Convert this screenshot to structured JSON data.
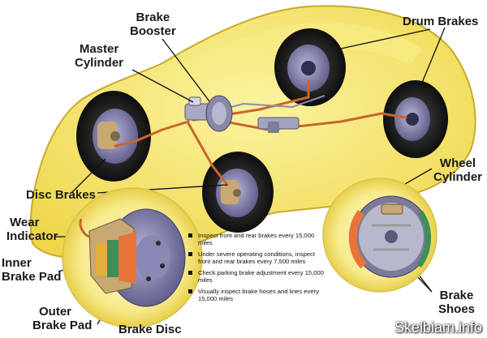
{
  "labels": {
    "brake_booster": [
      "Brake",
      "Booster"
    ],
    "master_cylinder": [
      "Master",
      "Cylinder"
    ],
    "drum_brakes": "Drum Brakes",
    "wheel_cylinder": [
      "Wheel",
      "Cylinder"
    ],
    "disc_brakes": "Disc Brakes",
    "wear_indicator": [
      "Wear",
      "Indicator"
    ],
    "inner_brake_pad": [
      "Inner",
      "Brake Pad"
    ],
    "outer_brake_pad": [
      "Outer",
      "Brake Pad"
    ],
    "brake_disc": "Brake Disc",
    "brake_shoes": [
      "Brake",
      "Shoes"
    ]
  },
  "maintenance_notes": [
    "Inspect front and rear brakes every 15,000 miles",
    "Under severe operating conditions, inspect front and rear brakes every 7,500 miles",
    "Check parking brake adjustment every 15,000 miles",
    "Visually inspect brake hoses and lines every 15,000 miles"
  ],
  "watermark": "Skelbiam.info",
  "colors": {
    "body": "#f3e45a",
    "brake_line": "#c8662e",
    "disc": "#6f6d9a",
    "caliper": "#c9a874",
    "pad": "#e8743a",
    "callout": "#f7ea8c"
  }
}
